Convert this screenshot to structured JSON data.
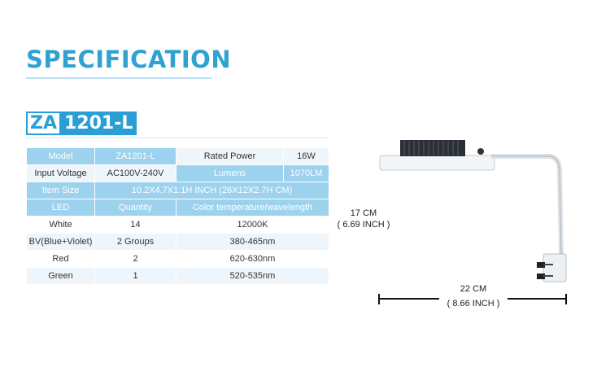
{
  "heading": "SPECIFICATION",
  "model_badge": {
    "left": "ZA",
    "right": "1201-L"
  },
  "spec_rows": [
    {
      "cells": [
        "Model",
        "ZA1201-L",
        "Rated Power",
        "16W"
      ]
    },
    {
      "cells": [
        "Input Voltage",
        "AC100V-240V",
        "Lumens",
        "1070LM"
      ]
    },
    {
      "cells": [
        "Item Size",
        "10.2X4.7X1.1H INCH (26X12X2.7H CM)"
      ]
    },
    {
      "cells": [
        "LED",
        "Quantity",
        "Color temperature/wavelength"
      ]
    },
    {
      "cells": [
        "White",
        "14",
        "12000K"
      ]
    },
    {
      "cells": [
        "BV(Blue+Violet)",
        "2 Groups",
        "380-465nm"
      ]
    },
    {
      "cells": [
        "Red",
        "2",
        "620-630nm"
      ]
    },
    {
      "cells": [
        "Green",
        "1",
        "520-535nm"
      ]
    }
  ],
  "dimensions": {
    "height_cm": "17 CM",
    "height_inch": "( 6.69 INCH )",
    "width_cm": "22 CM",
    "width_inch": "( 8.66 INCH )"
  },
  "colors": {
    "accent": "#2fa2d2",
    "table_blue": "#9dd2ee",
    "table_light": "#eef6fb"
  }
}
